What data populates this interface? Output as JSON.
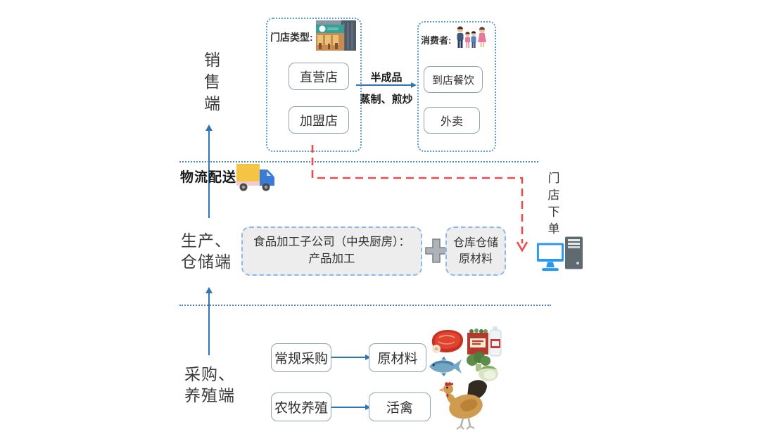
{
  "left_rail": {
    "sales_label": "销售端",
    "production_label": "生产、仓储端",
    "procurement_label": "采购、养殖端",
    "logistics_label": "物流配送"
  },
  "store_group": {
    "title": "门店类型:",
    "items": [
      "直营店",
      "加盟店"
    ]
  },
  "consumer_group": {
    "title": "消费者:",
    "items": [
      "到店餐饮",
      "外卖"
    ]
  },
  "semi_finished_flow": {
    "top_label": "半成品",
    "bottom_label": "蒸制、煎炒"
  },
  "production_row": {
    "central_kitchen_line1": "食品加工子公司（中央厨房）：",
    "central_kitchen_line2": "产品加工",
    "plus_symbol": "+",
    "warehouse_line1": "仓库仓储",
    "warehouse_line2": "原材料"
  },
  "store_order": {
    "label": "门店下单"
  },
  "procurement_rows": [
    {
      "source": "常规采购",
      "target": "原材料"
    },
    {
      "source": "农牧养殖",
      "target": "活禽"
    }
  ],
  "icons": {
    "storefront": "storefront-photo-icon",
    "family": "family-consumers-icon",
    "truck": "delivery-truck-icon",
    "plus": "plus-icon",
    "computer": "desktop-computer-icon",
    "meat": "meat-icon",
    "grocery": "grocery-box-bottle-icon",
    "fish": "fish-icon",
    "vegetables": "vegetables-icon",
    "chicken": "chicken-icon"
  },
  "colors": {
    "arrow_blue": "#2e75b6",
    "dotted_line_blue": "#4a86c8",
    "dashed_border_blue": "#5b9bd5",
    "red_dashed": "#ec4b4b",
    "panel_bg": "#ededed",
    "panel_border": "#8bb8e8",
    "box_border": "#93a2b4",
    "truck_yellow": "#f6c445",
    "truck_blue": "#3a7bd5",
    "monitor_blue": "#2b98f0",
    "tower_gray": "#5f6a70"
  }
}
